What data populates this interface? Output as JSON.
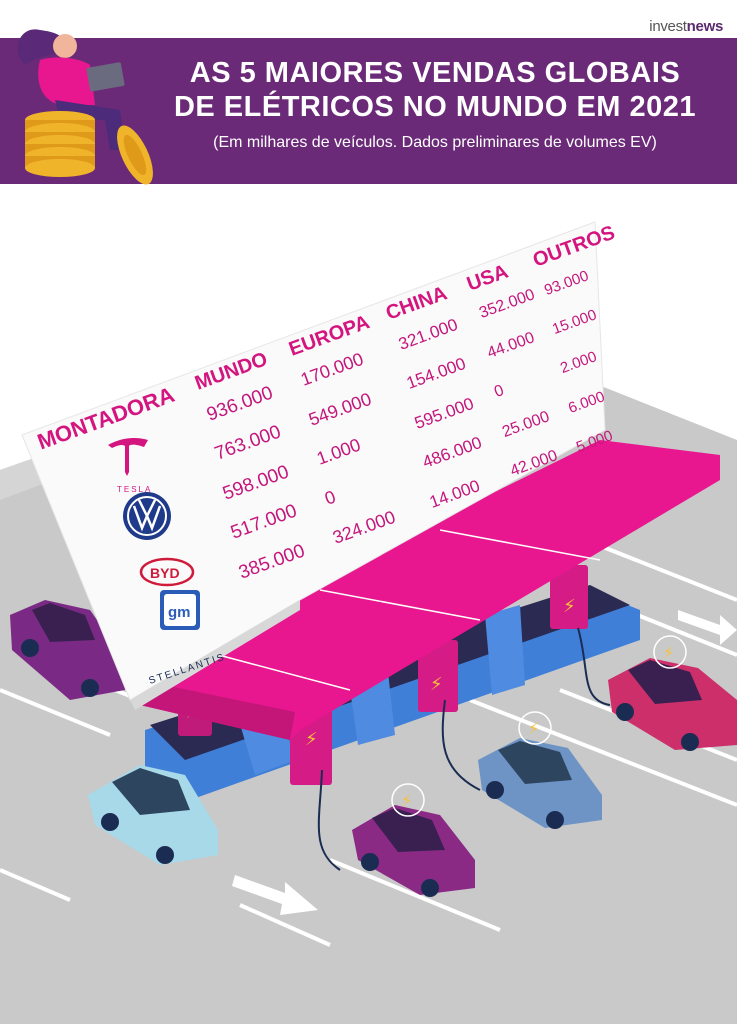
{
  "brand": {
    "prefix": "invest",
    "suffix": "news"
  },
  "title_line1": "AS 5 MAIORES VENDAS GLOBAIS",
  "title_line2": "DE ELÉTRICOS NO MUNDO EM 2021",
  "subtitle": "(Em milhares de veículos. Dados preliminares de volumes EV)",
  "table": {
    "headers": [
      "MONTADORA",
      "MUNDO",
      "EUROPA",
      "CHINA",
      "USA",
      "OUTROS"
    ],
    "rows": [
      {
        "brand": "TESLA",
        "icon": "tesla-logo",
        "mundo": "936.000",
        "europa": "170.000",
        "china": "321.000",
        "usa": "352.000",
        "outros": "93.000"
      },
      {
        "brand": "VW",
        "icon": "volkswagen-logo",
        "mundo": "763.000",
        "europa": "549.000",
        "china": "154.000",
        "usa": "44.000",
        "outros": "15.000"
      },
      {
        "brand": "BYD",
        "icon": "byd-logo",
        "mundo": "598.000",
        "europa": "1.000",
        "china": "595.000",
        "usa": "0",
        "outros": "2.000"
      },
      {
        "brand": "GM",
        "icon": "gm-logo",
        "mundo": "517.000",
        "europa": "0",
        "china": "486.000",
        "usa": "25.000",
        "outros": "6.000"
      },
      {
        "brand": "STELLANTIS",
        "icon": "stellantis-logo",
        "mundo": "385.000",
        "europa": "324.000",
        "china": "14.000",
        "usa": "42.000",
        "outros": "5.000"
      }
    ]
  },
  "colors": {
    "purple": "#6b2a78",
    "pink": "#e8168f",
    "blue": "#3f7fd8",
    "ground": "#c9c9c9"
  }
}
